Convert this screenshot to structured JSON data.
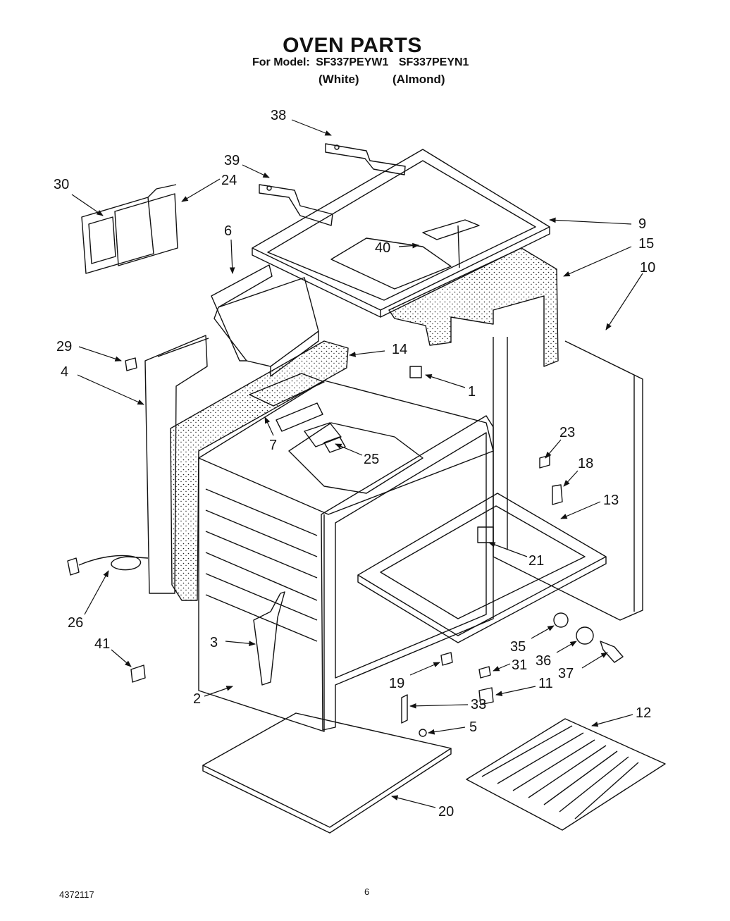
{
  "header": {
    "title": "OVEN PARTS",
    "model_label": "For Model:",
    "models": [
      "SF337PEYW1",
      "SF337PEYN1"
    ],
    "variants": [
      "(White)",
      "(Almond)"
    ]
  },
  "callouts": [
    "38",
    "39",
    "30",
    "24",
    "9",
    "40",
    "15",
    "10",
    "6",
    "29",
    "14",
    "4",
    "1",
    "7",
    "25",
    "23",
    "18",
    "13",
    "21",
    "26",
    "3",
    "41",
    "35",
    "36",
    "37",
    "31",
    "11",
    "2",
    "19",
    "33",
    "5",
    "12",
    "20"
  ],
  "footer": {
    "doc_number": "4372117",
    "page_number": "6"
  }
}
